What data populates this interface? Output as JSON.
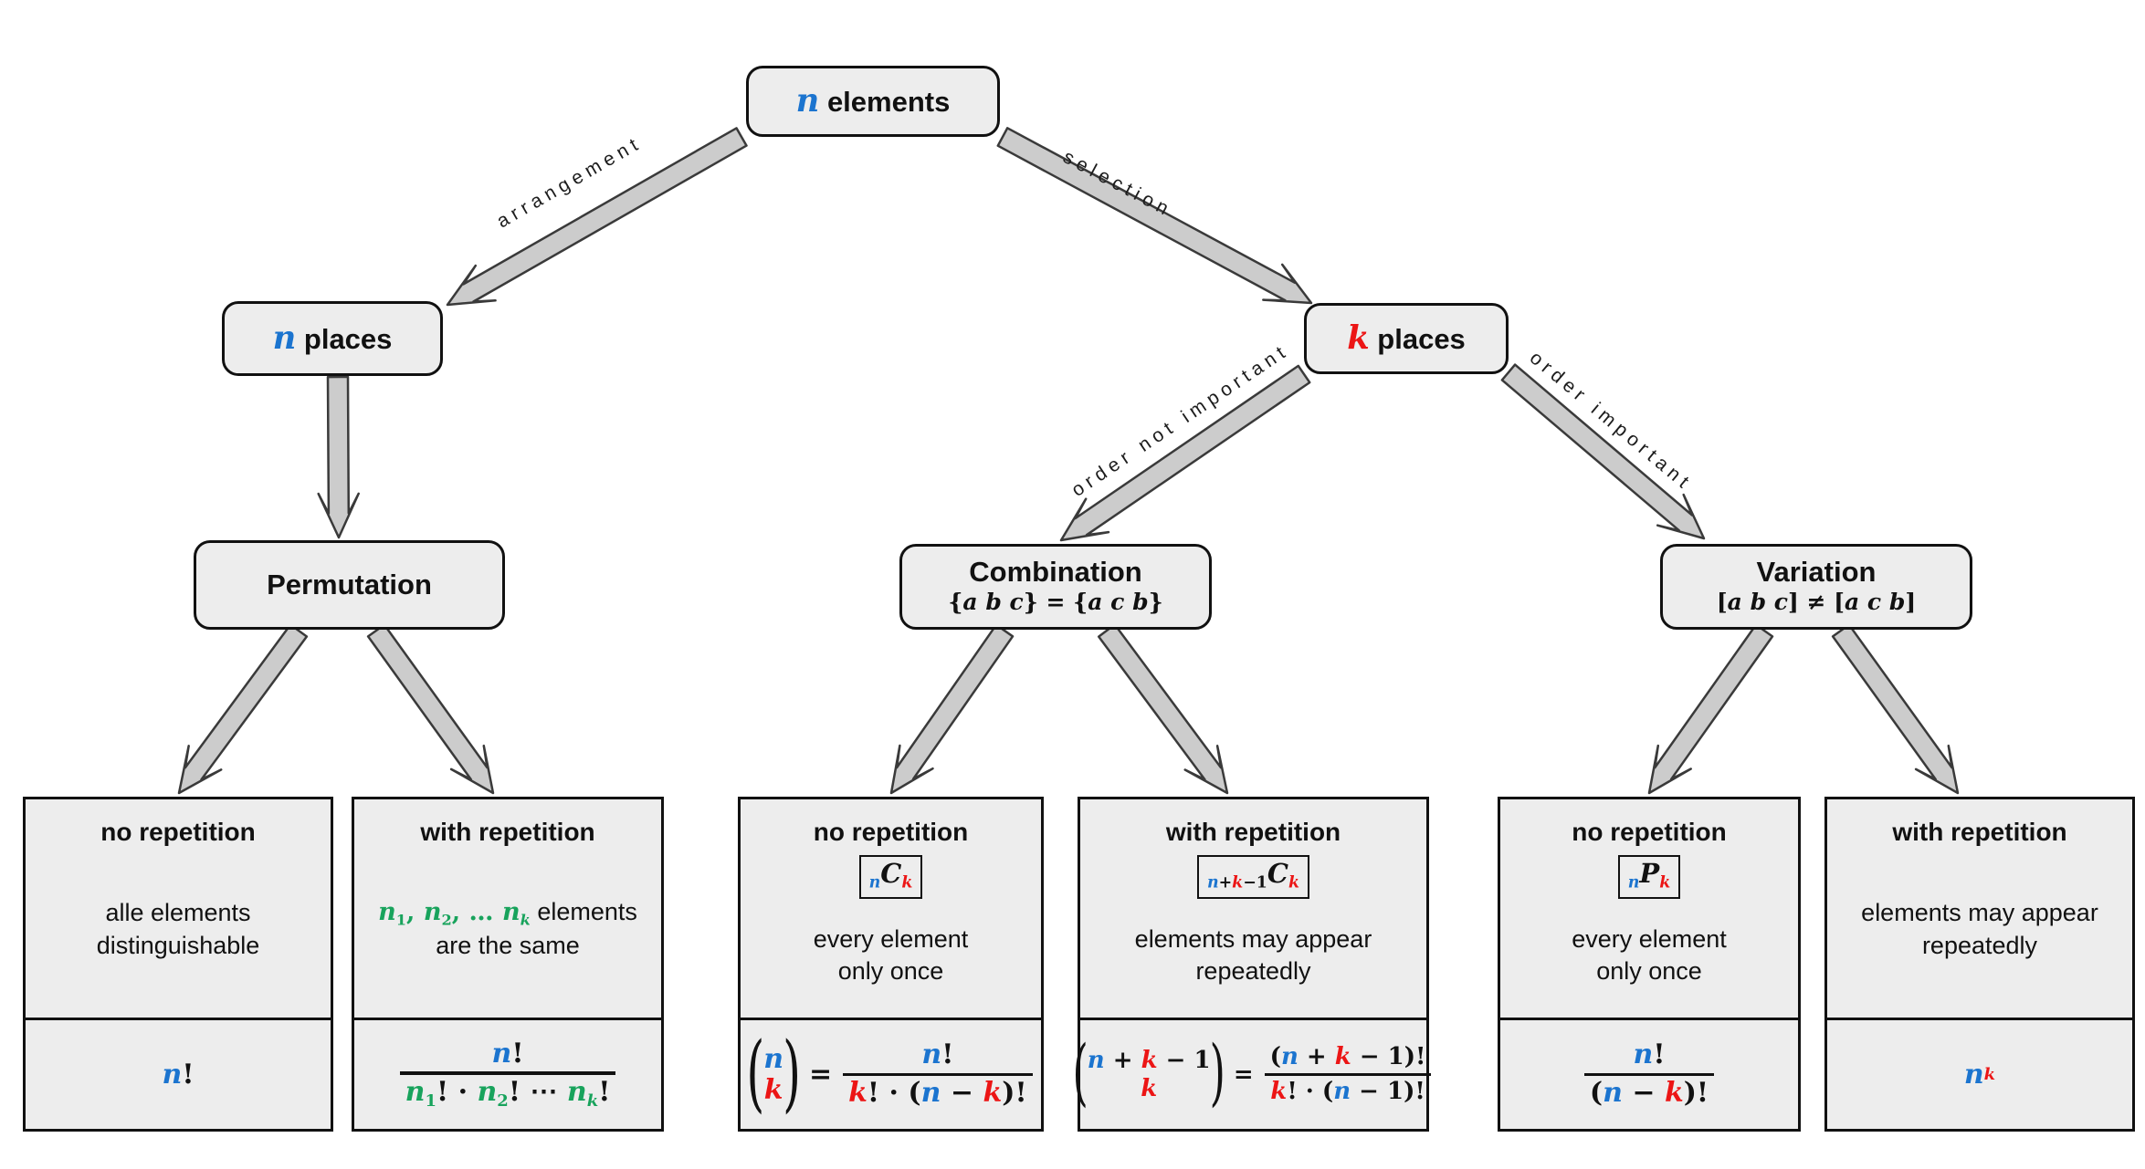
{
  "colors": {
    "blue": "#1b74cf",
    "red": "#ec1515",
    "green": "#18a35c",
    "box_fill": "#ededed",
    "box_border": "#111111",
    "arrow_fill": "#cccccc",
    "arrow_outline": "#3a3a3a"
  },
  "nodes": {
    "elements": {
      "title_tokens": [
        {
          "t": "n",
          "c": "blue",
          "f": "it"
        },
        {
          "t": " elements",
          "f": "sansb"
        }
      ]
    },
    "n_places": {
      "title_tokens": [
        {
          "t": "n",
          "c": "blue",
          "f": "it"
        },
        {
          "t": " places",
          "f": "sansb"
        }
      ]
    },
    "k_places": {
      "title_tokens": [
        {
          "t": "k",
          "c": "red",
          "f": "it"
        },
        {
          "t": " places",
          "f": "sansb"
        }
      ]
    },
    "permutation": {
      "title": "Permutation"
    },
    "combination": {
      "title": "Combination",
      "subtitle_tokens": [
        {
          "t": "{",
          "f": "rmn"
        },
        {
          "t": "a b c",
          "f": "itn"
        },
        {
          "t": "} = {",
          "f": "rmn"
        },
        {
          "t": "a c b",
          "f": "itn"
        },
        {
          "t": "}",
          "f": "rmn"
        }
      ]
    },
    "variation": {
      "title": "Variation",
      "subtitle_tokens": [
        {
          "t": "[",
          "f": "rmn"
        },
        {
          "t": "a b c",
          "f": "itn"
        },
        {
          "t": "] ≠ [",
          "f": "rmn"
        },
        {
          "t": "a c b",
          "f": "itn"
        },
        {
          "t": "]",
          "f": "rmn"
        }
      ]
    }
  },
  "edges": {
    "arrangement": {
      "label": "arrangement"
    },
    "selection": {
      "label": "selection"
    },
    "order_not_important": {
      "label": "order not important"
    },
    "order_important": {
      "label": "order important"
    }
  },
  "leaves": [
    {
      "title": "no repetition",
      "desc1": "alle elements",
      "desc2": "distinguishable",
      "formula": {
        "plain": [
          {
            "t": "n",
            "c": "blue",
            "f": "it"
          },
          {
            "t": "!"
          }
        ]
      }
    },
    {
      "title": "with repetition",
      "desc1_tokens": [
        {
          "t": "n",
          "c": "green",
          "f": "it"
        },
        {
          "t": "1",
          "c": "green",
          "pos": "sub"
        },
        {
          "t": ", ",
          "c": "green"
        },
        {
          "t": "n",
          "c": "green",
          "f": "it"
        },
        {
          "t": "2",
          "c": "green",
          "pos": "sub"
        },
        {
          "t": ", … ",
          "c": "green"
        },
        {
          "t": "n",
          "c": "green",
          "f": "it"
        },
        {
          "t": "k",
          "c": "green",
          "f": "it",
          "pos": "sub"
        },
        {
          "t": " elements",
          "f": "sans"
        }
      ],
      "desc2": "are the same",
      "formula": {
        "frac": {
          "num": [
            {
              "t": "n",
              "c": "blue",
              "f": "it"
            },
            {
              "t": "!"
            }
          ],
          "den": [
            {
              "t": "n",
              "c": "green",
              "f": "it"
            },
            {
              "t": "1",
              "c": "green",
              "pos": "sub"
            },
            {
              "t": "! · "
            },
            {
              "t": "n",
              "c": "green",
              "f": "it"
            },
            {
              "t": "2",
              "c": "green",
              "pos": "sub"
            },
            {
              "t": "! ⋯ "
            },
            {
              "t": "n",
              "c": "green",
              "f": "it"
            },
            {
              "t": "k",
              "c": "green",
              "f": "it",
              "pos": "sub"
            },
            {
              "t": "!"
            }
          ]
        }
      }
    },
    {
      "title": "no repetition",
      "badge_tokens": [
        {
          "t": "n",
          "c": "blue",
          "f": "it",
          "pos": "sub"
        },
        {
          "t": "C",
          "f": "it"
        },
        {
          "t": "k",
          "c": "red",
          "f": "it",
          "pos": "sub"
        }
      ],
      "desc1": "every element",
      "desc2": "only once",
      "formula": {
        "eq": "=",
        "binom": {
          "top": [
            {
              "t": "n",
              "c": "blue",
              "f": "it"
            }
          ],
          "bottom": [
            {
              "t": "k",
              "c": "red",
              "f": "it"
            }
          ]
        },
        "frac": {
          "num": [
            {
              "t": "n",
              "c": "blue",
              "f": "it"
            },
            {
              "t": "!"
            }
          ],
          "den": [
            {
              "t": "k",
              "c": "red",
              "f": "it"
            },
            {
              "t": "! · ("
            },
            {
              "t": "n",
              "c": "blue",
              "f": "it"
            },
            {
              "t": " − "
            },
            {
              "t": "k",
              "c": "red",
              "f": "it"
            },
            {
              "t": ")!"
            }
          ]
        }
      }
    },
    {
      "title": "with repetition",
      "badge_tokens": [
        {
          "t": "n",
          "c": "blue",
          "f": "it",
          "pos": "sub"
        },
        {
          "t": "+",
          "pos": "sub"
        },
        {
          "t": "k",
          "c": "red",
          "f": "it",
          "pos": "sub"
        },
        {
          "t": "−1",
          "pos": "sub"
        },
        {
          "t": "C",
          "f": "it"
        },
        {
          "t": "k",
          "c": "red",
          "f": "it",
          "pos": "sub"
        }
      ],
      "desc1": "elements may appear",
      "desc2": "repeatedly",
      "formula": {
        "eq": "=",
        "binom": {
          "top": [
            {
              "t": "n",
              "c": "blue",
              "f": "it"
            },
            {
              "t": " + "
            },
            {
              "t": "k",
              "c": "red",
              "f": "it"
            },
            {
              "t": " − 1"
            }
          ],
          "bottom": [
            {
              "t": "k",
              "c": "red",
              "f": "it"
            }
          ]
        },
        "frac": {
          "num": [
            {
              "t": "("
            },
            {
              "t": "n",
              "c": "blue",
              "f": "it"
            },
            {
              "t": " + "
            },
            {
              "t": "k",
              "c": "red",
              "f": "it"
            },
            {
              "t": " − 1"
            },
            {
              "t": ")!"
            }
          ],
          "den": [
            {
              "t": "k",
              "c": "red",
              "f": "it"
            },
            {
              "t": "! · ("
            },
            {
              "t": "n",
              "c": "blue",
              "f": "it"
            },
            {
              "t": " − 1"
            },
            {
              "t": ")!"
            }
          ]
        }
      }
    },
    {
      "title": "no repetition",
      "badge_tokens": [
        {
          "t": "n",
          "c": "blue",
          "f": "it",
          "pos": "sub"
        },
        {
          "t": "P",
          "f": "it"
        },
        {
          "t": "k",
          "c": "red",
          "f": "it",
          "pos": "sub"
        }
      ],
      "desc1": "every element",
      "desc2": "only once",
      "formula": {
        "frac": {
          "num": [
            {
              "t": "n",
              "c": "blue",
              "f": "it"
            },
            {
              "t": "!"
            }
          ],
          "den": [
            {
              "t": "("
            },
            {
              "t": "n",
              "c": "blue",
              "f": "it"
            },
            {
              "t": " − "
            },
            {
              "t": "k",
              "c": "red",
              "f": "it"
            },
            {
              "t": ")!"
            }
          ]
        }
      }
    },
    {
      "title": "with repetition",
      "desc1": "elements may appear",
      "desc2": "repeatedly",
      "formula": {
        "plain": [
          {
            "t": "n",
            "c": "blue",
            "f": "it"
          },
          {
            "t": "k",
            "c": "red",
            "f": "it",
            "pos": "sup"
          }
        ]
      }
    }
  ]
}
